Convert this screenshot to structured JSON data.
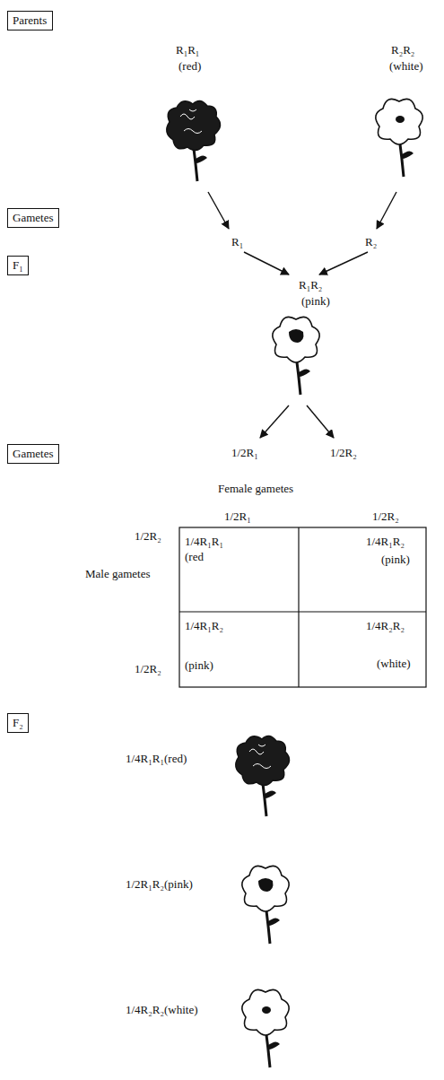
{
  "diagram": {
    "nodes": [
      {
        "text": [
          "Parents"
        ]
      },
      {
        "text": [
          "Gametes"
        ]
      },
      {
        "text": [
          "F₁"
        ]
      },
      {
        "text": [
          "Gametes"
        ]
      },
      {
        "text": [
          "F₂"
        ]
      }
    ],
    "labels": [
      "R₁R₁",
      "(red)",
      "R₂R₂",
      "(white)",
      "R₁",
      "R₂",
      "R₁R₂",
      "(pink)",
      "1/2R₁",
      "1/2R₂",
      "Female gametes",
      "1/2R₁",
      "1/2R₂",
      "1/2R₂",
      "Male gametes",
      "1/4R₁R₁",
      "(red",
      "1/4R₁R₂",
      "(pink)",
      "1/4R₁R₂",
      "(pink)",
      "1/4R₂R₂",
      "(white)",
      "1/2R₂",
      "1/4R₁R₁(red)",
      "1/2R₁R₂(pink)",
      "1/4R₂R₂(white)"
    ]
  }
}
